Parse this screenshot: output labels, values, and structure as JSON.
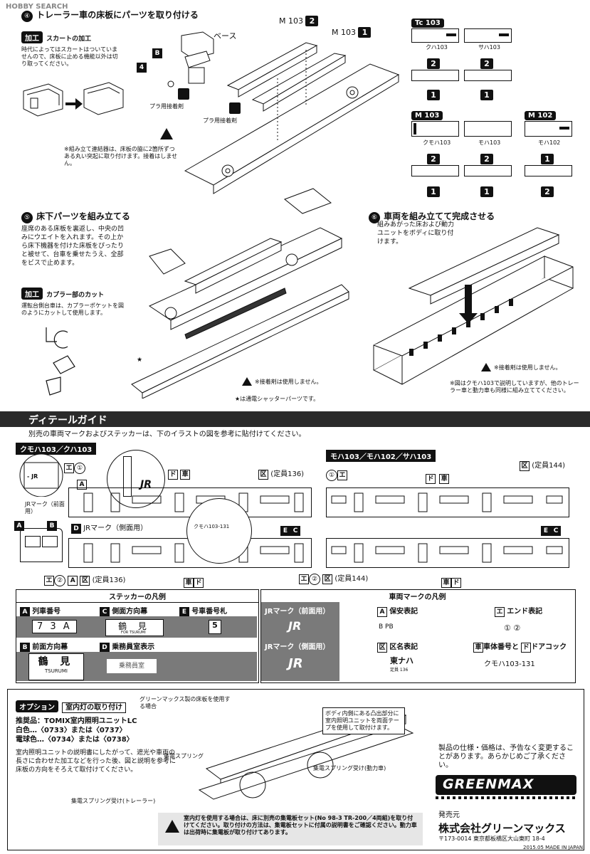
{
  "watermark": "HOBBY SEARCH",
  "step4": {
    "title": "トレーラー車の床板にパーツを取り付ける",
    "label_m103_2": "M 103",
    "num_2": "2",
    "label_m103_1": "M 103",
    "num_1": "1",
    "base_label": "ベース",
    "b_label": "B",
    "num_4": "4",
    "glue1": "プラ用接着剤",
    "glue2": "プラ用接着剤",
    "kako_tag": "加工",
    "kako_title": "スカートの加工",
    "kako_text": "時代によってはスカートはついていませんので、床板に止める機能以外は切り取ってください。",
    "note": "※組み立て連結器は、床板の脇に2箇所ずつある丸い突起に取り付けます。接着はしません。"
  },
  "variants": {
    "tc103": {
      "tag": "Tc 103",
      "left_label": "クハ103",
      "right_label": "サハ103",
      "left_top": "2",
      "right_top": "2",
      "left_bot": "1",
      "right_bot": "1"
    },
    "m103": {
      "tag": "M 103",
      "left_label": "クモハ103",
      "right_label": "モハ103",
      "left_top": "2",
      "right_top": "2",
      "left_bot": "1",
      "right_bot": "1"
    },
    "m102": {
      "tag": "M 102",
      "label": "モハ102",
      "top": "1",
      "bot": "2"
    }
  },
  "step5": {
    "title": "床下パーツを組み立てる",
    "text": "座席のある床板を裏返し、中央の凹みにウエイトを入れます。その上から床下機器を付けた床板をぴったりと被せて、台車を乗せたうえ、全部をビスで止めます。",
    "kako_tag": "加工",
    "kako_title": "カプラー部のカット",
    "kako_text": "運転台側台車は、カプラーポケットを図のようにカットして使用します。",
    "note1": "※接着剤は使用しません。",
    "note2": "★は通電シャッターパーツです。",
    "star": "★"
  },
  "step6": {
    "title": "車両を組み立てて完成させる",
    "text": "組みあがった床および動力ユニットをボディに取り付けます。",
    "note1": "※接着剤は使用しません。",
    "note2": "※図はクモハ103で説明していますが、他のトレーラー車と動力車も同様に組み立ててください。"
  },
  "detail": {
    "title": "ディテールガイド",
    "intro": "別売の車両マークおよびステッカーは、下のイラストの図を参考に貼付けてください。",
    "left_tag": "クモハ103／クハ103",
    "right_tag": "モハ103／モハ102／サハ103",
    "jr_front": "JRマーク（前面用）",
    "jr_side": "JRマーク（側面用）",
    "capacity_136": "(定員136)",
    "capacity_144": "(定員144)",
    "car_num": "クモハ103-131",
    "labels": {
      "A": "A",
      "B": "B",
      "C": "C",
      "D": "D",
      "E": "E",
      "E1": "エ",
      "E2": "エ",
      "ku": "区",
      "sha": "車",
      "do": "ド",
      "one": "①",
      "two": "②"
    },
    "front_sign": "- JR"
  },
  "sticker_legend": {
    "title": "ステッカーの凡例",
    "rows": [
      {
        "key": "A",
        "label": "列車番号",
        "sample": "7 3 A"
      },
      {
        "key": "C",
        "label": "側面方向幕",
        "sample": "鶴 見"
      },
      {
        "key": "E",
        "label": "号車番号札",
        "sample": "5"
      },
      {
        "key": "B",
        "label": "前面方向幕",
        "sample": "鶴 見"
      },
      {
        "key": "D",
        "label": "乗務員室表示",
        "sample": "乗務員室"
      }
    ],
    "side_sub": "FOR TSURUMI",
    "front_sub": "TSURUMI"
  },
  "mark_legend": {
    "title": "車両マークの凡例",
    "jr_front": "JRマーク（前面用）",
    "jr_side": "JRマーク（側面用）",
    "hoan_key": "A",
    "hoan": "保安表記",
    "hoan_sample": "B     PB",
    "end_key": "エ",
    "end": "エンド表記",
    "end_sample": "①    ②",
    "ku_key": "区",
    "ku": "区名表記",
    "ku_sample": "東ナハ",
    "ku_sample2": "定員 136",
    "sha_key": "車",
    "sha": "車体番号と",
    "do_key": "ド",
    "do": "ドアコック",
    "car_num": "クモハ103-131"
  },
  "option": {
    "tag": "オプション",
    "title": "室内灯の取り付け",
    "sub": "グリーンマックス製の床板を使用する場合",
    "rec": "推奨品：TOMIX室内照明ユニットLC",
    "white": "白色…〈0733〉または〈0737〉",
    "bulb": "電球色…〈0734〉または〈0738〉",
    "text": "室内照明ユニットの説明書にしたがって、遮光や車両の長さに合わせた加工などを行った後、図と説明を参考に床板の方向をそろえて取付けてください。",
    "spring": "集電スプリング",
    "spring_recv_power": "集電スプリング受け(動力車)",
    "spring_recv_trailer": "集電スプリング受け(トレーラー)",
    "callout": "ボディ内側にある凸出部分に室内照明ユニットを両面テープを使用して取付けます。",
    "warn": "室内灯を使用する場合は、床に別売の集電板セット(No 98-3 TR-200／4両組)を取り付けてください。取り付けの方法は、集電板セットに付属の説明書をご確認ください。動力車は出荷時に集電板が取り付けてあります。"
  },
  "footer": {
    "notice": "製品の仕様・価格は、予告なく変更することがあります。あらかじめご了承ください。",
    "logo": "GREENMAX",
    "seller_label": "発売元",
    "company": "株式会社グリーンマックス",
    "address": "〒173-0014 東京都板橋区大山東町 18-4",
    "made": "2015.05  MADE IN JAPAN"
  }
}
